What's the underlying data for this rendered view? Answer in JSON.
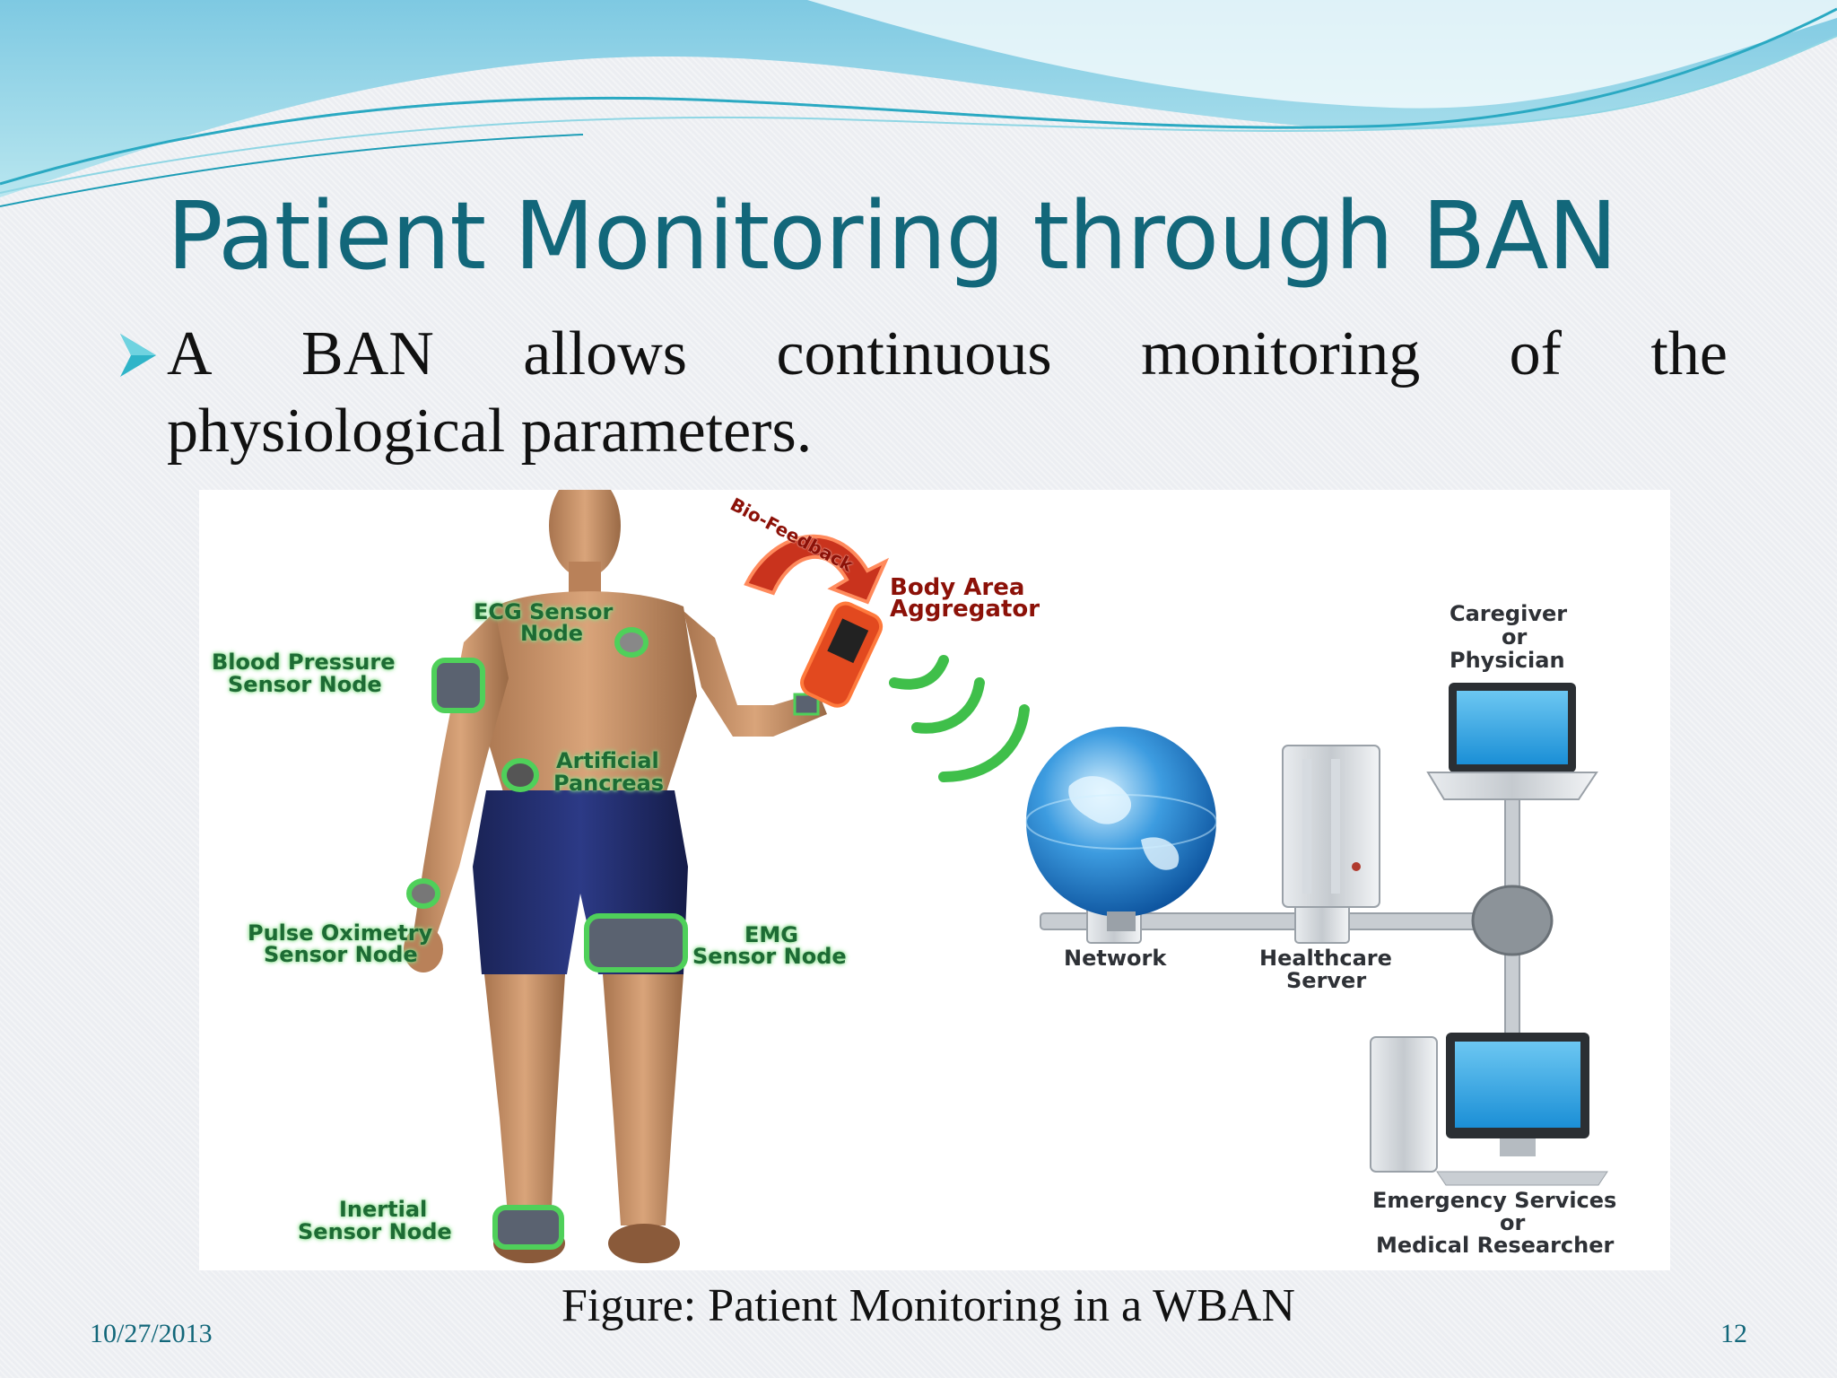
{
  "slide": {
    "title": "Patient Monitoring through BAN",
    "bullet": {
      "line1_words": [
        "A",
        "BAN",
        "allows",
        "continuous",
        "monitoring",
        "of",
        "the"
      ],
      "line2": "physiological parameters."
    },
    "figure": {
      "labels": {
        "bio_feedback": "Bio-Feedback",
        "body_area_aggregator_1": "Body Area",
        "body_area_aggregator_2": "Aggregator",
        "ecg_1": "ECG Sensor",
        "ecg_2": "Node",
        "blood_pressure_1": "Blood Pressure",
        "blood_pressure_2": "Sensor Node",
        "artificial_pancreas_1": "Artificial",
        "artificial_pancreas_2": "Pancreas",
        "pulse_oximetry_1": "Pulse Oximetry",
        "pulse_oximetry_2": "Sensor Node",
        "emg_1": "EMG",
        "emg_2": "Sensor Node",
        "inertial_1": "Inertial",
        "inertial_2": "Sensor Node",
        "network": "Network",
        "healthcare_server_1": "Healthcare",
        "healthcare_server_2": "Server",
        "caregiver_1": "Caregiver",
        "caregiver_2": "or",
        "caregiver_3": "Physician",
        "emergency_1": "Emergency Services",
        "emergency_2": "or",
        "emergency_3": "Medical Researcher"
      }
    },
    "caption": "Figure: Patient Monitoring in a WBAN",
    "date": "10/27/2013",
    "page_number": "12"
  },
  "colors": {
    "title": "#12677a",
    "sensor_green": "#3fbf4a",
    "bullet_arrow": "#2fb4c8"
  },
  "icons": [
    "bullet-arrow-icon",
    "globe-icon",
    "server-tower-icon",
    "laptop-icon",
    "desktop-computer-icon",
    "wireless-signal-icon",
    "bio-feedback-arrow-icon"
  ]
}
